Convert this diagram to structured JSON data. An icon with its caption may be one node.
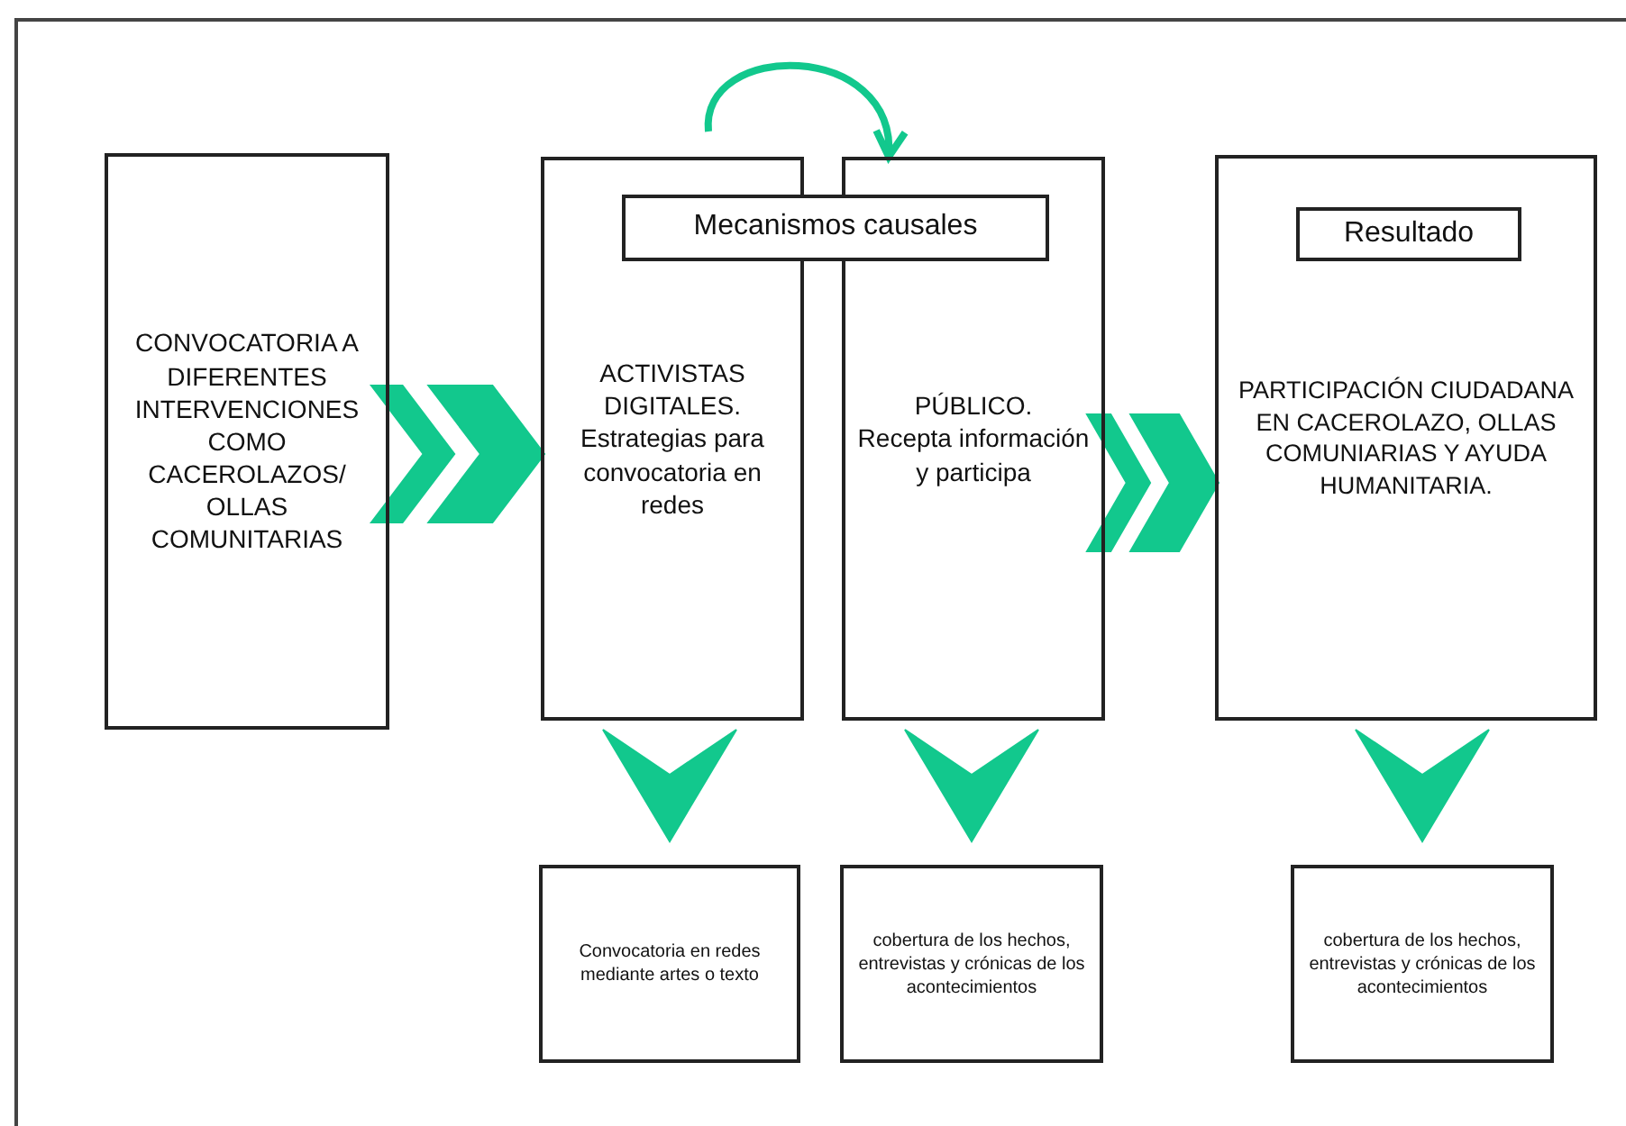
{
  "diagram": {
    "nodes": [
      {
        "text": [
          "CONVOCATORIA A DIFERENTES INTERVENCIONES COMO CACEROLAZOS/ OLLAS COMUNITARIAS"
        ]
      },
      {
        "text": [
          "Mecanismos causales"
        ]
      },
      {
        "text": [
          "ACTIVISTAS DIGITALES.",
          "Estrategias para convocatoria en redes"
        ]
      },
      {
        "text": [
          "PÚBLICO.",
          "Recepta información y participa"
        ]
      },
      {
        "text": [
          "PARTICIPACIÓN CIUDADANA EN CACEROLAZO, OLLAS COMUNIARIAS Y AYUDA HUMANITARIA."
        ]
      },
      {
        "text": [
          "Resultado"
        ],
        "in": 4
      },
      {
        "text": [
          "Convocatoria en redes mediante artes o texto"
        ]
      },
      {
        "text": [
          "cobertura de los hechos, entrevistas y crónicas de los acontecimientos"
        ]
      },
      {
        "text": [
          "cobertura de los hechos, entrevistas y crónicas de los acontecimientos"
        ]
      }
    ],
    "edges": [
      {
        "from": 0,
        "to": 2,
        "arrow": "to"
      },
      {
        "from": 2,
        "to": 3,
        "arrow": "to"
      },
      {
        "from": 3,
        "to": 4,
        "arrow": "to"
      },
      {
        "from": 2,
        "to": 6,
        "arrow": "to"
      },
      {
        "from": 3,
        "to": 7,
        "arrow": "to"
      },
      {
        "from": 4,
        "to": 8,
        "arrow": "to"
      }
    ]
  }
}
